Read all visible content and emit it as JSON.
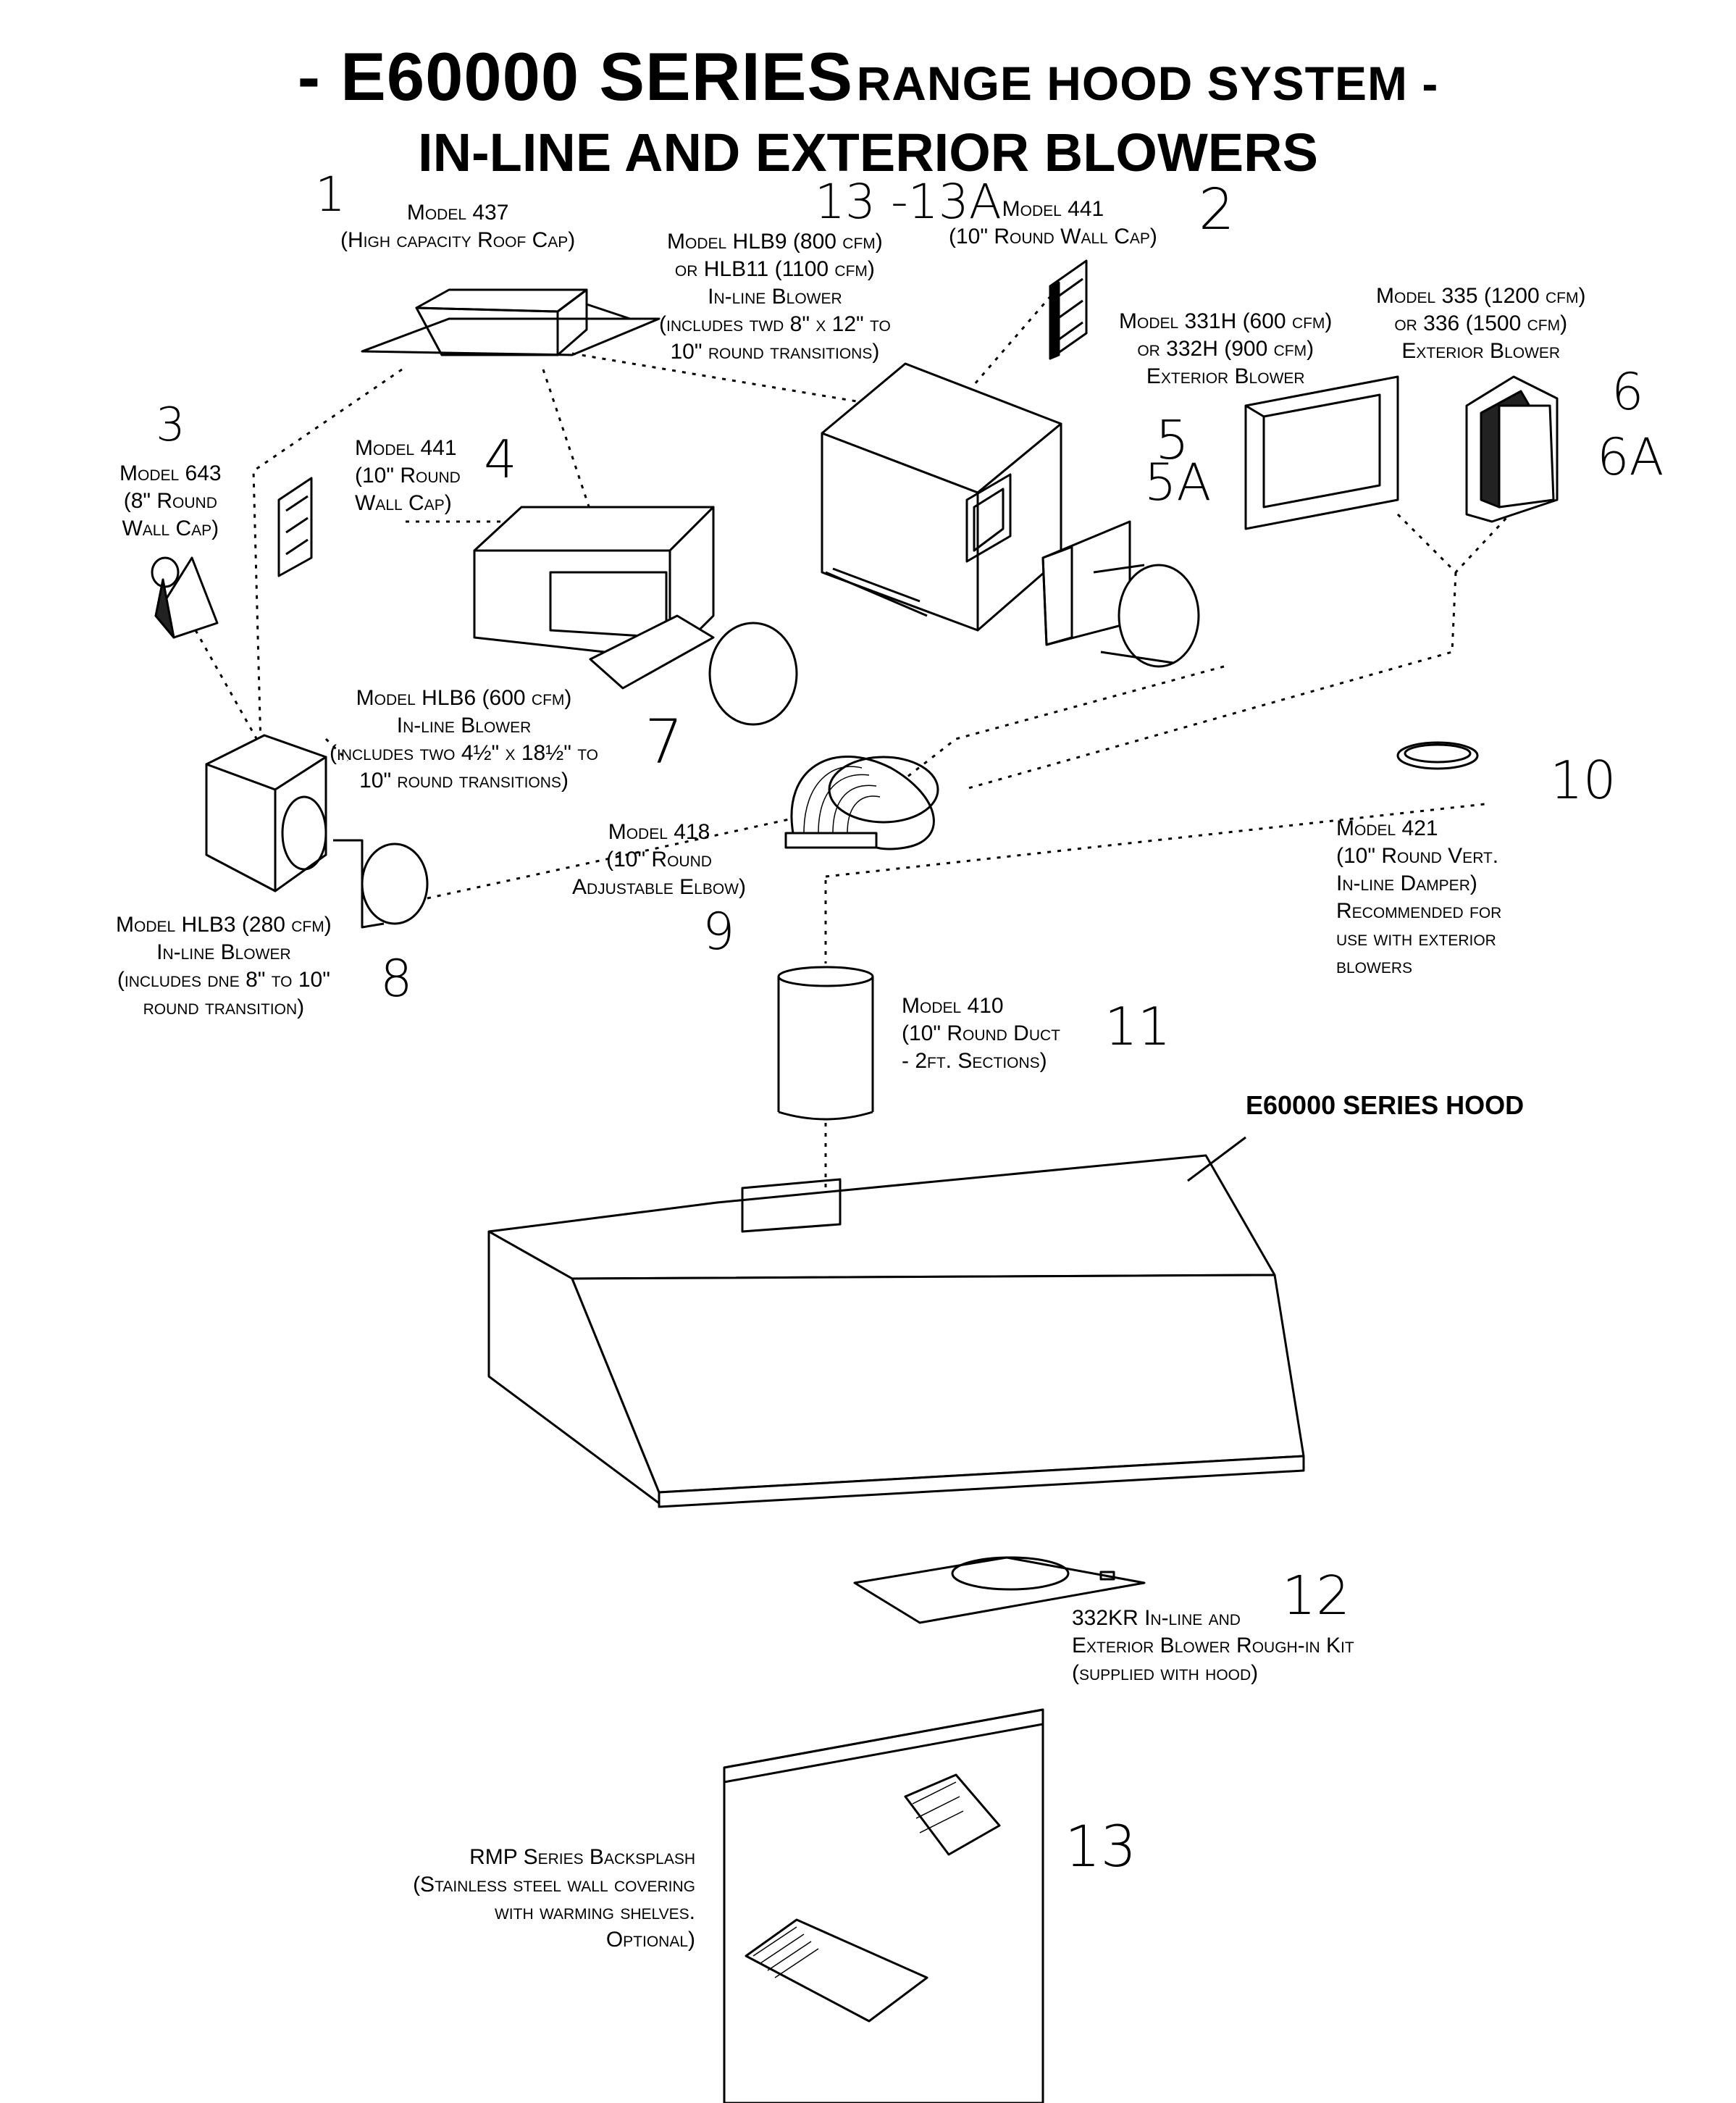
{
  "title": {
    "line1_prefix": "- E60000 SERIES",
    "line1_suffix": "RANGE HOOD SYSTEM -",
    "line2": "IN-LINE AND EXTERIOR BLOWERS"
  },
  "labels": {
    "m437": [
      "Model 437",
      "(High capacity Roof Cap)"
    ],
    "hlb9": [
      "Model HLB9 (800 cfm)",
      "or HLB11 (1100 cfm)",
      "In-line Blower",
      "(includes twd 8\" x 12\" to",
      "10\" round transitions)"
    ],
    "m441top": [
      "Model 441",
      "(10\" Round Wall Cap)"
    ],
    "m331h": [
      "Model 331H (600 cfm)",
      "or 332H (900 cfm)",
      "Exterior Blower"
    ],
    "m335": [
      "Model 335 (1200 cfm)",
      "or 336 (1500 cfm)",
      "Exterior Blower"
    ],
    "m643": [
      "Model 643",
      "(8\" Round",
      "Wall Cap)"
    ],
    "m441left": [
      "Model 441",
      "(10\" Round",
      "Wall Cap)"
    ],
    "hlb6": [
      "Model HLB6 (600 cfm)",
      "In-line Blower",
      "(includes two 4½\" x 18½\" to",
      "10\" round transitions)"
    ],
    "m418": [
      "Model 418",
      "(10\" Round",
      "Adjustable Elbow)"
    ],
    "m421": [
      "Model 421",
      "(10\" Round Vert.",
      "In-line Damper)",
      "Recommended for",
      "use with exterior",
      "blowers"
    ],
    "hlb3": [
      "Model HLB3 (280 cfm)",
      "In-line Blower",
      "(includes dne 8\" to 10\"",
      "round transition)"
    ],
    "m410": [
      "Model 410",
      "(10\" Round Duct",
      "- 2ft. Sections)"
    ],
    "hood": "E60000 SERIES HOOD",
    "kit": [
      "332KR In-line and",
      "Exterior Blower Rough-in Kit",
      "(supplied with hood)"
    ],
    "rmp": [
      "RMP Series Backsplash",
      "(Stainless steel wall covering",
      "with warming shelves.",
      "Optional)"
    ]
  },
  "handwritten": {
    "n1": "1",
    "n13_13a": "13 -13A",
    "n2": "2",
    "n3": "3",
    "n4": "4",
    "n5": "5",
    "n5a": "5A",
    "n6": "6",
    "n6a": "6A",
    "n7": "7",
    "n8": "8",
    "n9": "9",
    "n10": "10",
    "n11": "11",
    "n12": "12",
    "n13": "13"
  }
}
